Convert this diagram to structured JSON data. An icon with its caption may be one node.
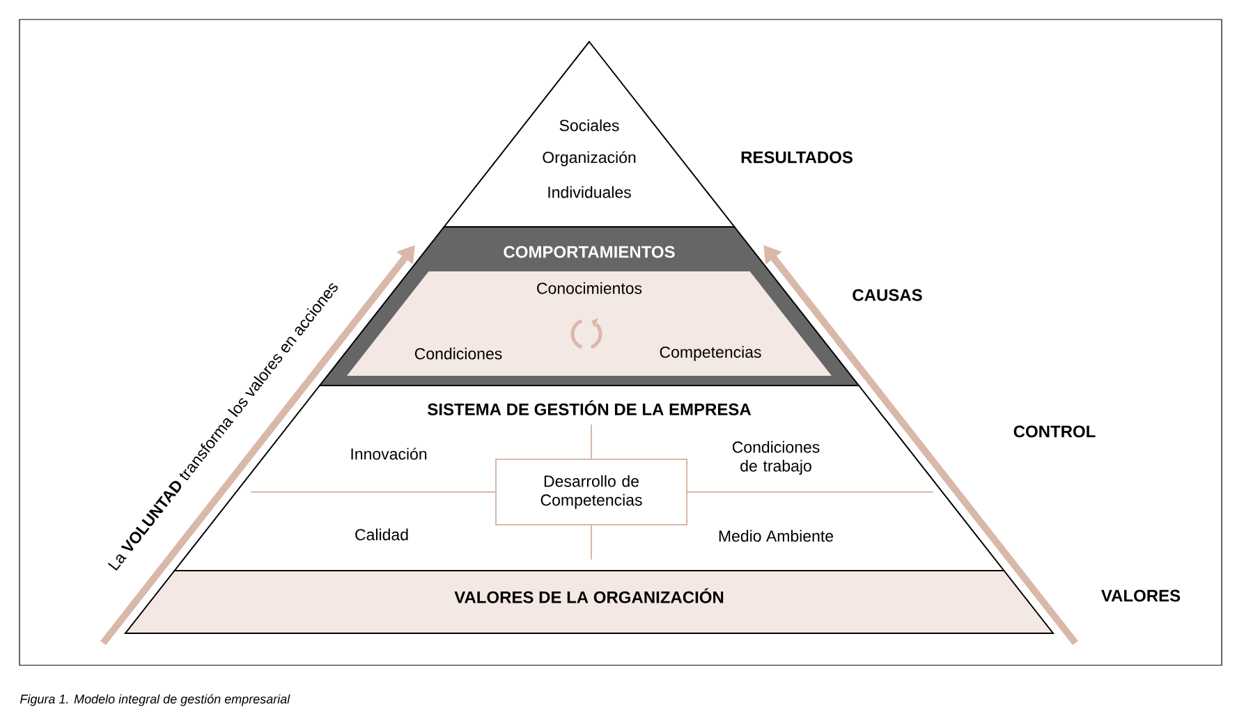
{
  "diagram": {
    "caption": "Figura 1. Modelo integral de gestión empresarial",
    "nodes": [
      {
        "text": [
          "Sociales",
          "Organización",
          "Individuales"
        ],
        "beside": [
          "RESULTADOS"
        ]
      },
      {
        "text": [
          "COMPORTAMIENTOS"
        ],
        "beside": [
          "CAUSAS"
        ]
      },
      {
        "text": [
          "Conocimientos",
          "Condiciones",
          "Competencias"
        ],
        "in": 1
      },
      {
        "text": [
          "SISTEMA DE GESTIÓN DE LA EMPRESA",
          "Innovación",
          "Condiciones de trabajo",
          "Calidad",
          "Medio Ambiente"
        ],
        "beside": [
          "CONTROL"
        ]
      },
      {
        "text": [
          "Desarrollo de Competencias"
        ],
        "in": 3
      },
      {
        "text": [
          "VALORES DE LA ORGANIZACIÓN"
        ],
        "beside": [
          "VALORES"
        ]
      }
    ],
    "labels": [
      "La **VOLUNTAD** transforma los valores en acciones"
    ]
  }
}
